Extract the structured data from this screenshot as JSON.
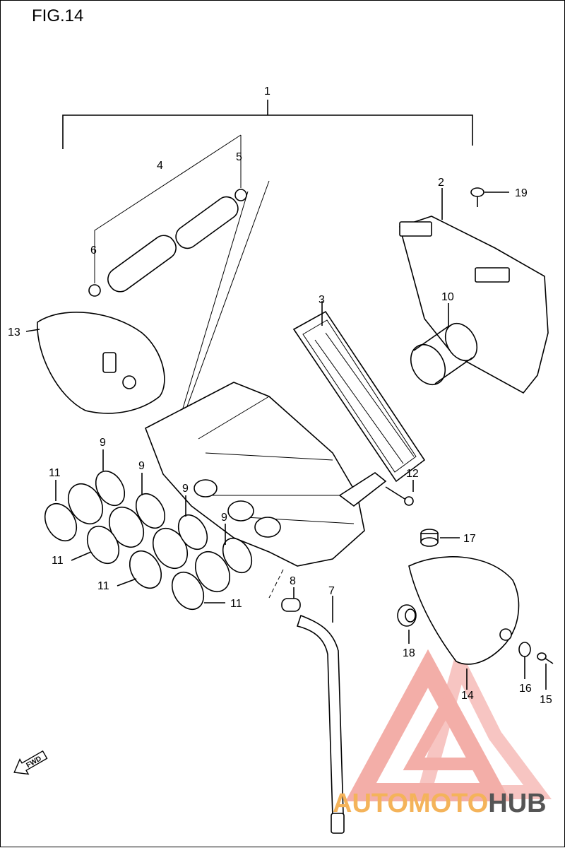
{
  "figure": {
    "title": "FIG.14"
  },
  "callouts": [
    "1",
    "2",
    "3",
    "4",
    "5",
    "6",
    "7",
    "8",
    "9",
    "9",
    "9",
    "9",
    "10",
    "11",
    "11",
    "11",
    "11",
    "12",
    "13",
    "14",
    "15",
    "16",
    "17",
    "18",
    "19"
  ],
  "direction_badge": {
    "text": "FWD",
    "icon": "fwd-arrow-icon"
  },
  "watermark": {
    "brand_part1": "AUTOMOTO",
    "brand_part2": "HUB",
    "color_primary": "#f2a09a",
    "color_secondary": "#f4b35a",
    "color_dark": "#555555"
  }
}
